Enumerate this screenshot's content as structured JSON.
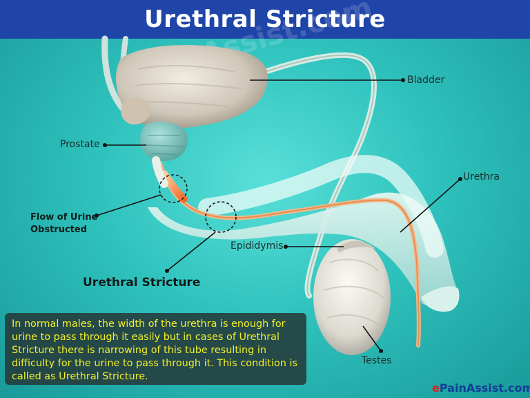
{
  "header": {
    "title": "Urethral Stricture"
  },
  "watermark": "ePainAssist.com",
  "labels": {
    "bladder": "Bladder",
    "prostate": "Prostate",
    "urethra": "Urethra",
    "flow_line1": "Flow of Urine",
    "flow_line2": "Obstructed",
    "epididymis": "Epididymis",
    "stricture": "Urethral Stricture",
    "testes": "Testes"
  },
  "info": {
    "text": " In normal males, the width of the urethra is enough for urine to pass through it easily but in cases of Urethral Stricture there is narrowing of this tube resulting in difficulty for the urine to pass through it. This condition is called as Urethral Stricture."
  },
  "brand": {
    "prefix": "e",
    "rest": "PainAssist.com"
  },
  "colors": {
    "background": "#3fcfc9",
    "title_bar": "#1f45a8",
    "info_text": "#f2f02a",
    "obstruction": "#f07a3a"
  }
}
